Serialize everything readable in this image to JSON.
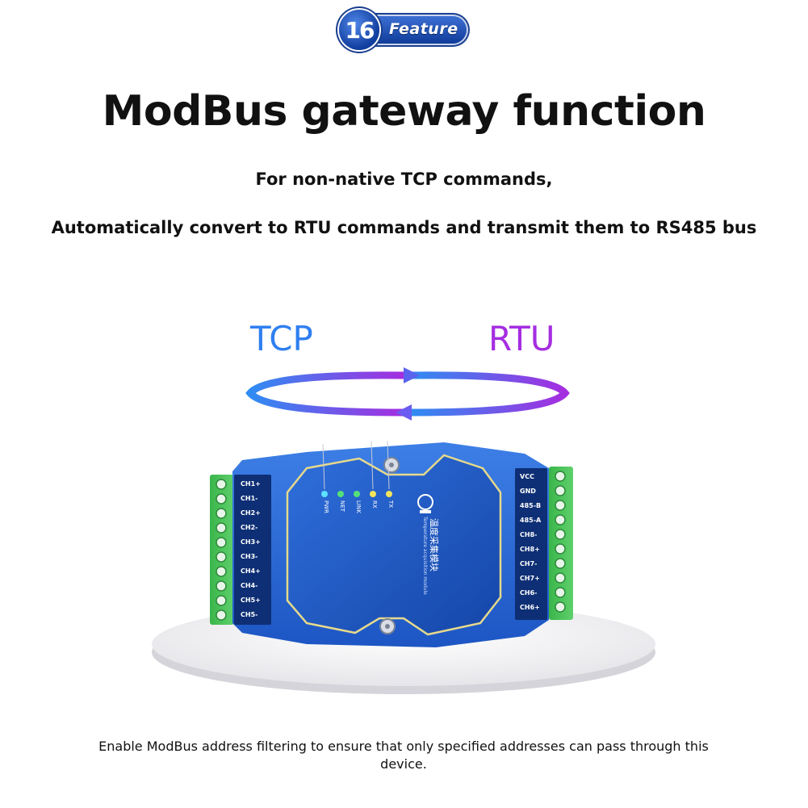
{
  "badge": {
    "number": "16",
    "label": "Feature"
  },
  "title": "ModBus gateway function",
  "subtitle_line1": "For non-native TCP commands,",
  "subtitle_line2": "Automatically convert to RTU commands and transmit them to RS485 bus",
  "protocols": {
    "left": "TCP",
    "right": "RTU",
    "left_color": "#2f7ff0",
    "right_color": "#a52de0"
  },
  "device": {
    "leds": [
      "PWR",
      "NET",
      "LINK",
      "RX",
      "TX"
    ],
    "brand_name": "温度采集模块",
    "brand_sub": "Temperature acquisition module",
    "left_terminals": [
      "CH1+",
      "CH1-",
      "CH2+",
      "CH2-",
      "CH3+",
      "CH3-",
      "CH4+",
      "CH4-",
      "CH5+",
      "CH5-"
    ],
    "right_terminals": [
      "VCC",
      "GND",
      "485-B",
      "485-A",
      "CH8-",
      "CH8+",
      "CH7-",
      "CH7+",
      "CH6-",
      "CH6+"
    ]
  },
  "footer": "Enable ModBus address filtering to ensure that only specified addresses can pass through this device."
}
